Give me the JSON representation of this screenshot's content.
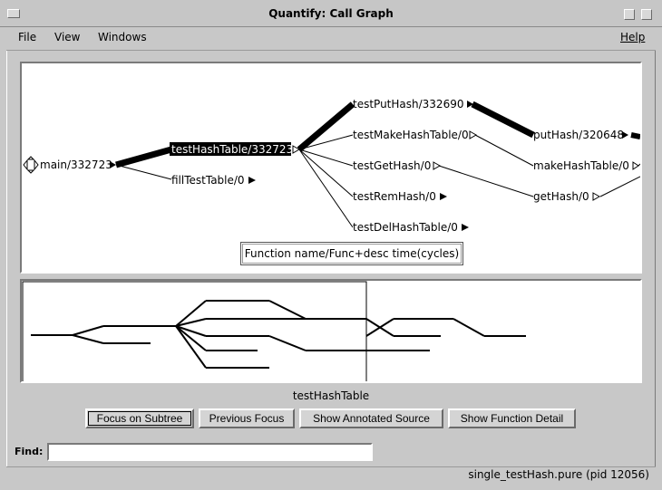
{
  "window": {
    "title": "Quantify: Call Graph"
  },
  "menubar": {
    "file": "File",
    "view": "View",
    "windows": "Windows",
    "help": "Help"
  },
  "graph": {
    "nodes": {
      "main": "main/332723",
      "testHashTable": "testHashTable/332723",
      "fillTestTable": "fillTestTable/0",
      "testPutHash": "testPutHash/332690",
      "testMakeHashTable": "testMakeHashTable/0",
      "testGetHash": "testGetHash/0",
      "testRemHash": "testRemHash/0",
      "testDelHashTable": "testDelHashTable/0",
      "putHash": "putHash/320648",
      "makeHashTable": "makeHashTable/0",
      "getHash": "getHash/0"
    },
    "legend": "Function name/Func+desc time(cycles)"
  },
  "focus": {
    "label": "testHashTable"
  },
  "buttons": {
    "focus_subtree": "Focus on Subtree",
    "previous_focus": "Previous Focus",
    "show_annotated_source": "Show Annotated Source",
    "show_function_detail": "Show Function Detail"
  },
  "find": {
    "label": "Find:",
    "value": ""
  },
  "status": {
    "text": "single_testHash.pure (pid 12056)"
  }
}
